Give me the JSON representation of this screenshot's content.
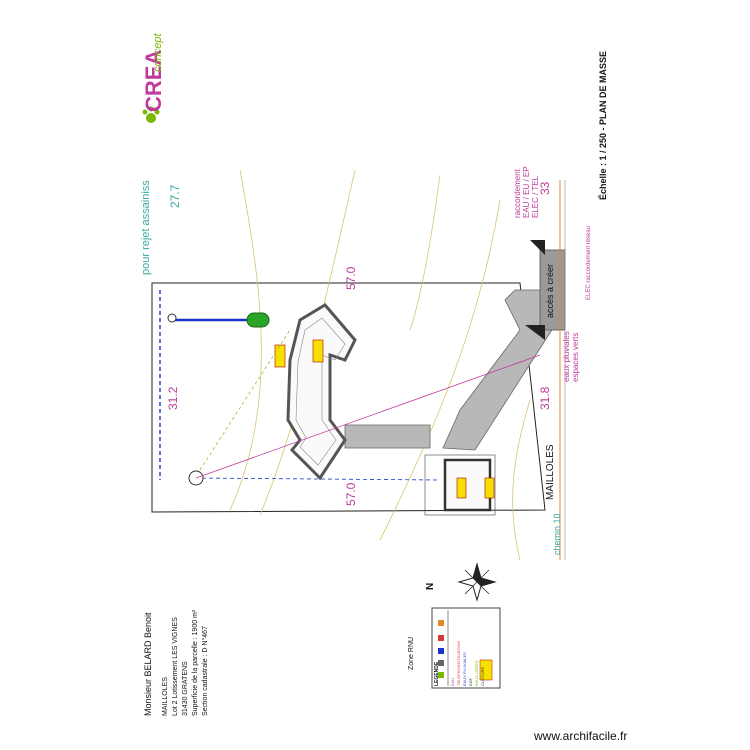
{
  "logo": {
    "brand": "CREA",
    "tagline": "concept"
  },
  "title": "Échelle : 1 / 250 - PLAN DE MASSE",
  "owner": {
    "name": "Monsieur  BELARD Benoit",
    "lines": [
      "MAILLOLES",
      "Lot 2 Lotissement LES VIGNES",
      "31430  GRATENS",
      "Superficie de la parcelle : 1900 m²",
      "Section cadastrale : D N°467"
    ]
  },
  "zone": "Zone RNU",
  "compass": {
    "north": "N"
  },
  "legend": {
    "title": "LEGENDE",
    "items": [
      "EAU",
      "TELEPHONE/TELECOM",
      "EAUX PLUVIALES",
      "EDF",
      "EAUX USEES",
      "CLOTURE"
    ]
  },
  "labels": {
    "evacuation": "pour rejet assainiss",
    "dim_top": "27.7",
    "dim_left": "31.2",
    "dim_right": "31.8",
    "dim_bottom_right": "33",
    "dim_57_top": "57.0",
    "dim_57_bottom": "57.0",
    "raccordement": "raccordement\nEAU / EU / EP\nELEC / TEL",
    "acces": "accès à créer",
    "eaux_pluviales": "eaux pluviales\nespaces verts",
    "road": "MAILLOLES",
    "chemin": "chemin 10",
    "elec_coffret": "ELEC raccordement réseau"
  },
  "footer": "www.archifacile.fr",
  "colors": {
    "accent_pink": "#c0399b",
    "accent_green": "#7ab800",
    "water_blue": "#1a35c8",
    "wall": "#555555"
  }
}
